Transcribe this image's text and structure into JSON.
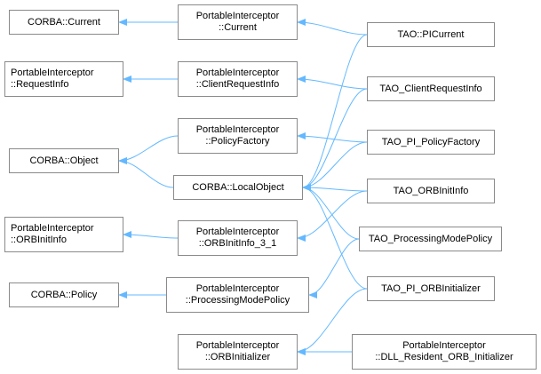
{
  "nodes": {
    "corba_current": [
      "CORBA::Current"
    ],
    "pi_requestinfo": [
      "PortableInterceptor",
      "::RequestInfo"
    ],
    "corba_object": [
      "CORBA::Object"
    ],
    "pi_orbinitinfo": [
      "PortableInterceptor",
      "::ORBInitInfo"
    ],
    "corba_policy": [
      "CORBA::Policy"
    ],
    "pi_current": [
      "PortableInterceptor",
      "::Current"
    ],
    "pi_clientrequestinfo": [
      "PortableInterceptor",
      "::ClientRequestInfo"
    ],
    "pi_policyfactory": [
      "PortableInterceptor",
      "::PolicyFactory"
    ],
    "corba_localobject": [
      "CORBA::LocalObject"
    ],
    "pi_orbinitinfo_3_1": [
      "PortableInterceptor",
      "::ORBInitInfo_3_1"
    ],
    "pi_processingmodepolicy": [
      "PortableInterceptor",
      "::ProcessingModePolicy"
    ],
    "pi_orbinitializer": [
      "PortableInterceptor",
      "::ORBInitializer"
    ],
    "tao_picurrent": [
      "TAO::PICurrent"
    ],
    "tao_clientrequestinfo": [
      "TAO_ClientRequestInfo"
    ],
    "tao_pi_policyfactory": [
      "TAO_PI_PolicyFactory"
    ],
    "tao_orbinitinfo": [
      "TAO_ORBInitInfo"
    ],
    "tao_processingmodepolicy": [
      "TAO_ProcessingModePolicy"
    ],
    "tao_pi_orbinitializer": [
      "TAO_PI_ORBInitializer"
    ],
    "pi_dll_resident_orb_initializer": [
      "PortableInterceptor",
      "::DLL_Resident_ORB_Initializer"
    ]
  },
  "edges": [
    [
      "pi_current",
      "corba_current"
    ],
    [
      "pi_clientrequestinfo",
      "pi_requestinfo"
    ],
    [
      "pi_policyfactory",
      "corba_object"
    ],
    [
      "corba_localobject",
      "corba_object"
    ],
    [
      "pi_orbinitinfo_3_1",
      "pi_orbinitinfo"
    ],
    [
      "pi_processingmodepolicy",
      "corba_policy"
    ],
    [
      "tao_picurrent",
      "pi_current"
    ],
    [
      "tao_clientrequestinfo",
      "pi_clientrequestinfo"
    ],
    [
      "tao_pi_policyfactory",
      "pi_policyfactory"
    ],
    [
      "tao_orbinitinfo",
      "pi_orbinitinfo_3_1"
    ],
    [
      "tao_processingmodepolicy",
      "pi_processingmodepolicy"
    ],
    [
      "tao_pi_orbinitializer",
      "pi_orbinitializer"
    ],
    [
      "pi_dll_resident_orb_initializer",
      "pi_orbinitializer"
    ],
    [
      "tao_picurrent",
      "corba_localobject"
    ],
    [
      "tao_clientrequestinfo",
      "corba_localobject"
    ],
    [
      "tao_pi_policyfactory",
      "corba_localobject"
    ],
    [
      "tao_orbinitinfo",
      "corba_localobject"
    ],
    [
      "tao_processingmodepolicy",
      "corba_localobject"
    ],
    [
      "tao_pi_orbinitializer",
      "corba_localobject"
    ]
  ],
  "colors": {
    "edge": "#63b8ff",
    "node_border": "#8a8a8a",
    "node_fill": "#ffffff",
    "text": "#000000"
  }
}
